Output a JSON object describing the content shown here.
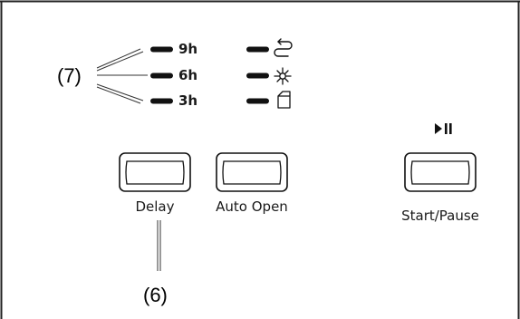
{
  "callouts": {
    "indicators": "(7)",
    "delay_button": "(6)"
  },
  "delay_indicators": [
    {
      "label": "9h"
    },
    {
      "label": "6h"
    },
    {
      "label": "3h"
    }
  ],
  "program_indicators": [
    {
      "icon": "rinse-cycle-icon"
    },
    {
      "icon": "sun-dry-icon"
    },
    {
      "icon": "auto-open-door-icon"
    }
  ],
  "buttons": {
    "delay": "Delay",
    "auto_open": "Auto Open",
    "start_pause": "Start/Pause",
    "start_pause_icon": "play-pause-icon"
  }
}
